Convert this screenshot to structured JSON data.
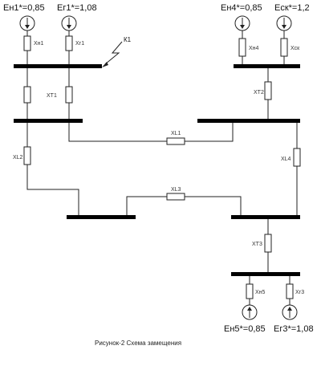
{
  "emf": {
    "h1": "Eн1*=0,85",
    "g1": "Eг1*=1,08",
    "h4": "Eн4*=0,85",
    "sk": "Eск*=1,2",
    "h5": "Eн5*=0,85",
    "g3": "Eг3*=1,08"
  },
  "reactance": {
    "h1": "Xн1",
    "g1": "Xг1",
    "h4": "Xн4",
    "sk": "Xск",
    "t1": "XТ1",
    "t2": "XТ2",
    "l1": "XL1",
    "l2": "XL2",
    "l3": "XL3",
    "l4": "XL4",
    "t3": "XТ3",
    "h5": "Xн5",
    "g3": "Xг3"
  },
  "fault": {
    "label": "К1"
  },
  "caption": "Рисунок-2 Схема замещения"
}
